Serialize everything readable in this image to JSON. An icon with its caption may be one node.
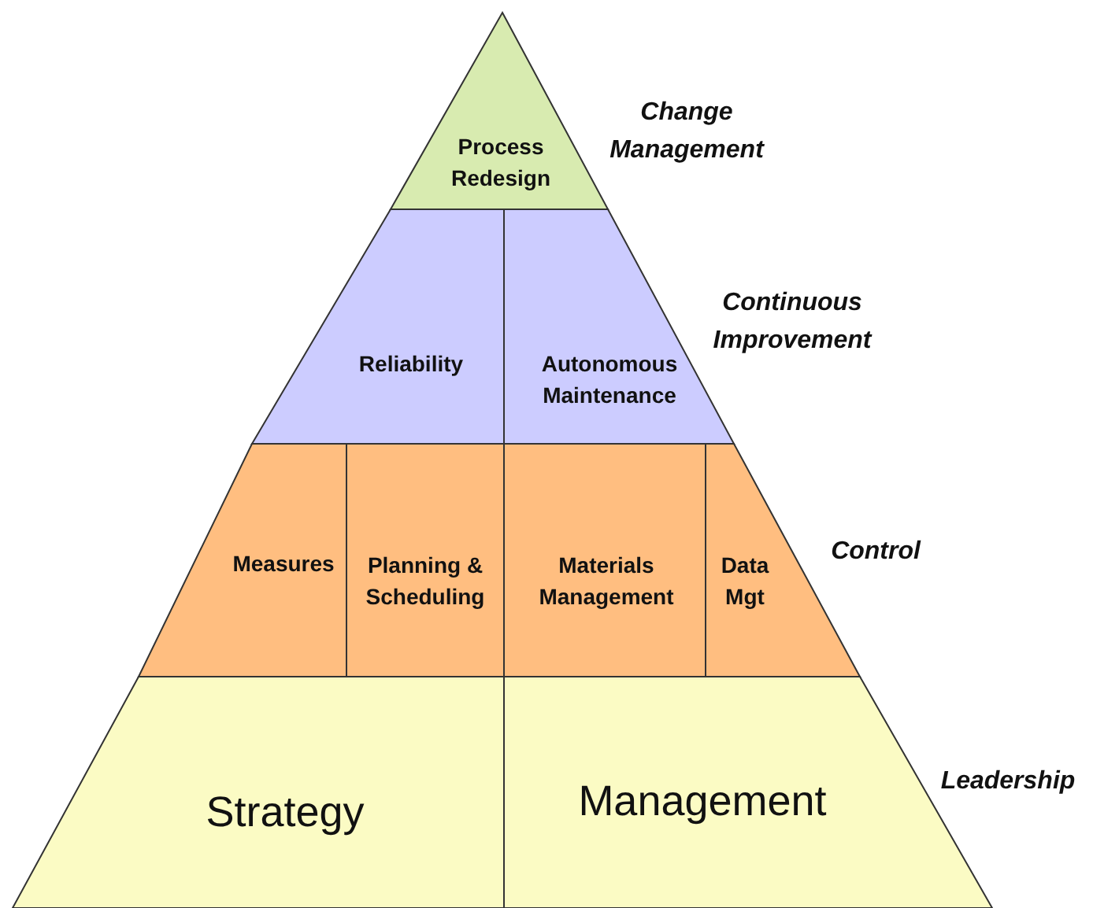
{
  "diagram": {
    "nodes": [
      {
        "text": [
          "Process Redesign"
        ]
      },
      {
        "text": [
          "Reliability"
        ]
      },
      {
        "text": [
          "Autonomous Maintenance"
        ]
      },
      {
        "text": [
          "Measures"
        ]
      },
      {
        "text": [
          "Planning & Scheduling"
        ]
      },
      {
        "text": [
          "Materials Management"
        ]
      },
      {
        "text": [
          "Data Mgt"
        ]
      },
      {
        "text": [
          "Strategy"
        ]
      },
      {
        "text": [
          "Management"
        ]
      }
    ],
    "edges": [],
    "labels": [
      "Change Management",
      "Continuous Improvement",
      "Control",
      "Leadership"
    ]
  }
}
